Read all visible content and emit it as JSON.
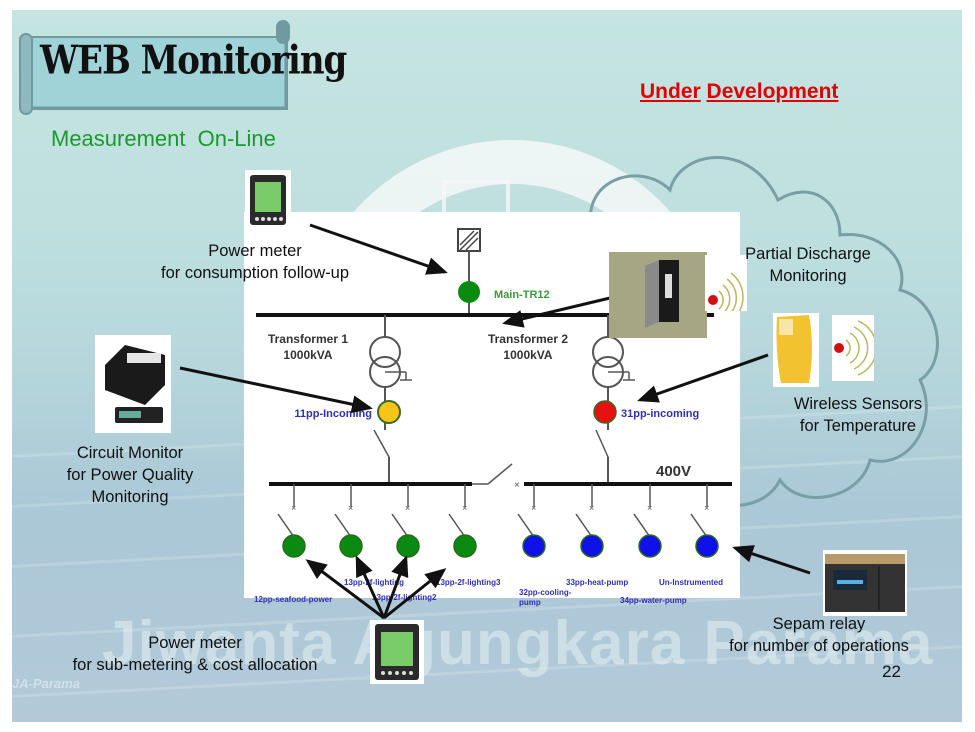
{
  "slide": {
    "title": "WEB Monitoring",
    "status_heading": [
      "Under",
      "Development"
    ],
    "subtitle": "Measurement  On-Line",
    "watermark": "Jiwanta Agungkara Parama",
    "footer": "JA-Parama",
    "page_number": "22"
  },
  "callouts": {
    "power_meter_top": [
      "Power meter",
      "for consumption follow-up"
    ],
    "circuit_monitor": [
      "Circuit Monitor",
      "for Power Quality",
      "Monitoring"
    ],
    "power_meter_bottom": [
      "Power meter",
      "for sub-metering & cost allocation"
    ],
    "partial_discharge": [
      "Partial Discharge",
      "Monitoring"
    ],
    "wireless_sensors": [
      "Wireless Sensors",
      "for Temperature"
    ],
    "sepam_relay": [
      "Sepam relay",
      "for number of operations"
    ]
  },
  "diagram": {
    "main_meter": "Main-TR12",
    "transformers": [
      {
        "name": "Transformer 1",
        "rating": "1000kVA"
      },
      {
        "name": "Transformer 2",
        "rating": "1000kVA"
      }
    ],
    "incomers": [
      {
        "label": "11pp-Incoming",
        "color": "#f5c518"
      },
      {
        "label": "31pp-incoming",
        "color": "#e81010"
      }
    ],
    "bus_voltage": "400V",
    "feeders": [
      {
        "label": "12pp-seafood-power",
        "color": "#0a8a10"
      },
      {
        "label": "13pp-2f-lighting",
        "color": "#0a8a10"
      },
      {
        "label": "13pp-2f-lighting2",
        "color": "#0a8a10"
      },
      {
        "label": "13pp-2f-lighting3",
        "color": "#0a8a10"
      },
      {
        "label": "32pp-cooling-pump",
        "color": "#1010e8"
      },
      {
        "label": "33pp-heat-pump",
        "color": "#1010e8"
      },
      {
        "label": "34pp-water-pump",
        "color": "#1010e8"
      },
      {
        "label": "Un-Instrumented",
        "color": "#1010e8"
      }
    ],
    "colors": {
      "main_meter": "#0a8a10",
      "meter_label_green": "#3a9a3a",
      "meter_label_blue": "#3030b0"
    }
  }
}
